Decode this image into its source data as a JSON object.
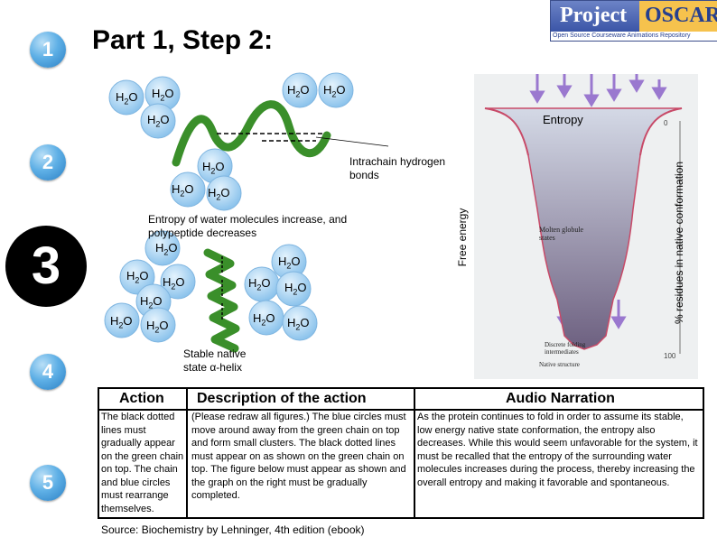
{
  "header": {
    "title": "Part 1, Step 2:",
    "logo_project": "Project",
    "logo_oscar": "OSCAR",
    "logo_subtitle": "Open Source Courseware Animations Repository"
  },
  "steps": [
    "1",
    "2",
    "3",
    "4",
    "5"
  ],
  "colors": {
    "step_blue": "#4a9fe0",
    "chain_green": "#3a8f2a",
    "arrow_purple": "#9a78cf",
    "water_blue": "#9fcdf0"
  },
  "water_label": "H2O",
  "captions": {
    "water_entropy": "Entropy of water molecules increase, and polypeptide decreases",
    "hbonds": "Intrachain hydrogen bonds",
    "helix": "Stable native state α-helix"
  },
  "graph": {
    "entropy": "Entropy",
    "free_energy": "Free energy",
    "y_right": "% residues in native conformation",
    "tick_top": "0",
    "tick_bottom": "100",
    "molten": "Molten globule states",
    "discrete": "Discrete folding intermediates",
    "native": "Native structure"
  },
  "table": {
    "headers": [
      "Action",
      "Description of the action",
      "Audio Narration"
    ],
    "action": "The black dotted lines must gradually appear on the green chain on top. The chain and blue circles must rearrange themselves.",
    "description": "(Please redraw all figures.) The blue circles must move around away from the green chain on top and form small clusters. The black dotted lines must appear on as shown on the green chain on top. The figure below must appear as shown and the graph on the right must be gradually completed.",
    "narration": "As the protein continues to fold in order to assume its stable, low energy native state conformation, the entropy also decreases. While this would seem unfavorable for the system, it must be recalled that the entropy of the surrounding water molecules increases during the process, thereby increasing the overall entropy and making it favorable and spontaneous."
  },
  "source": "Source: Biochemistry by Lehninger, 4th edition (ebook)"
}
